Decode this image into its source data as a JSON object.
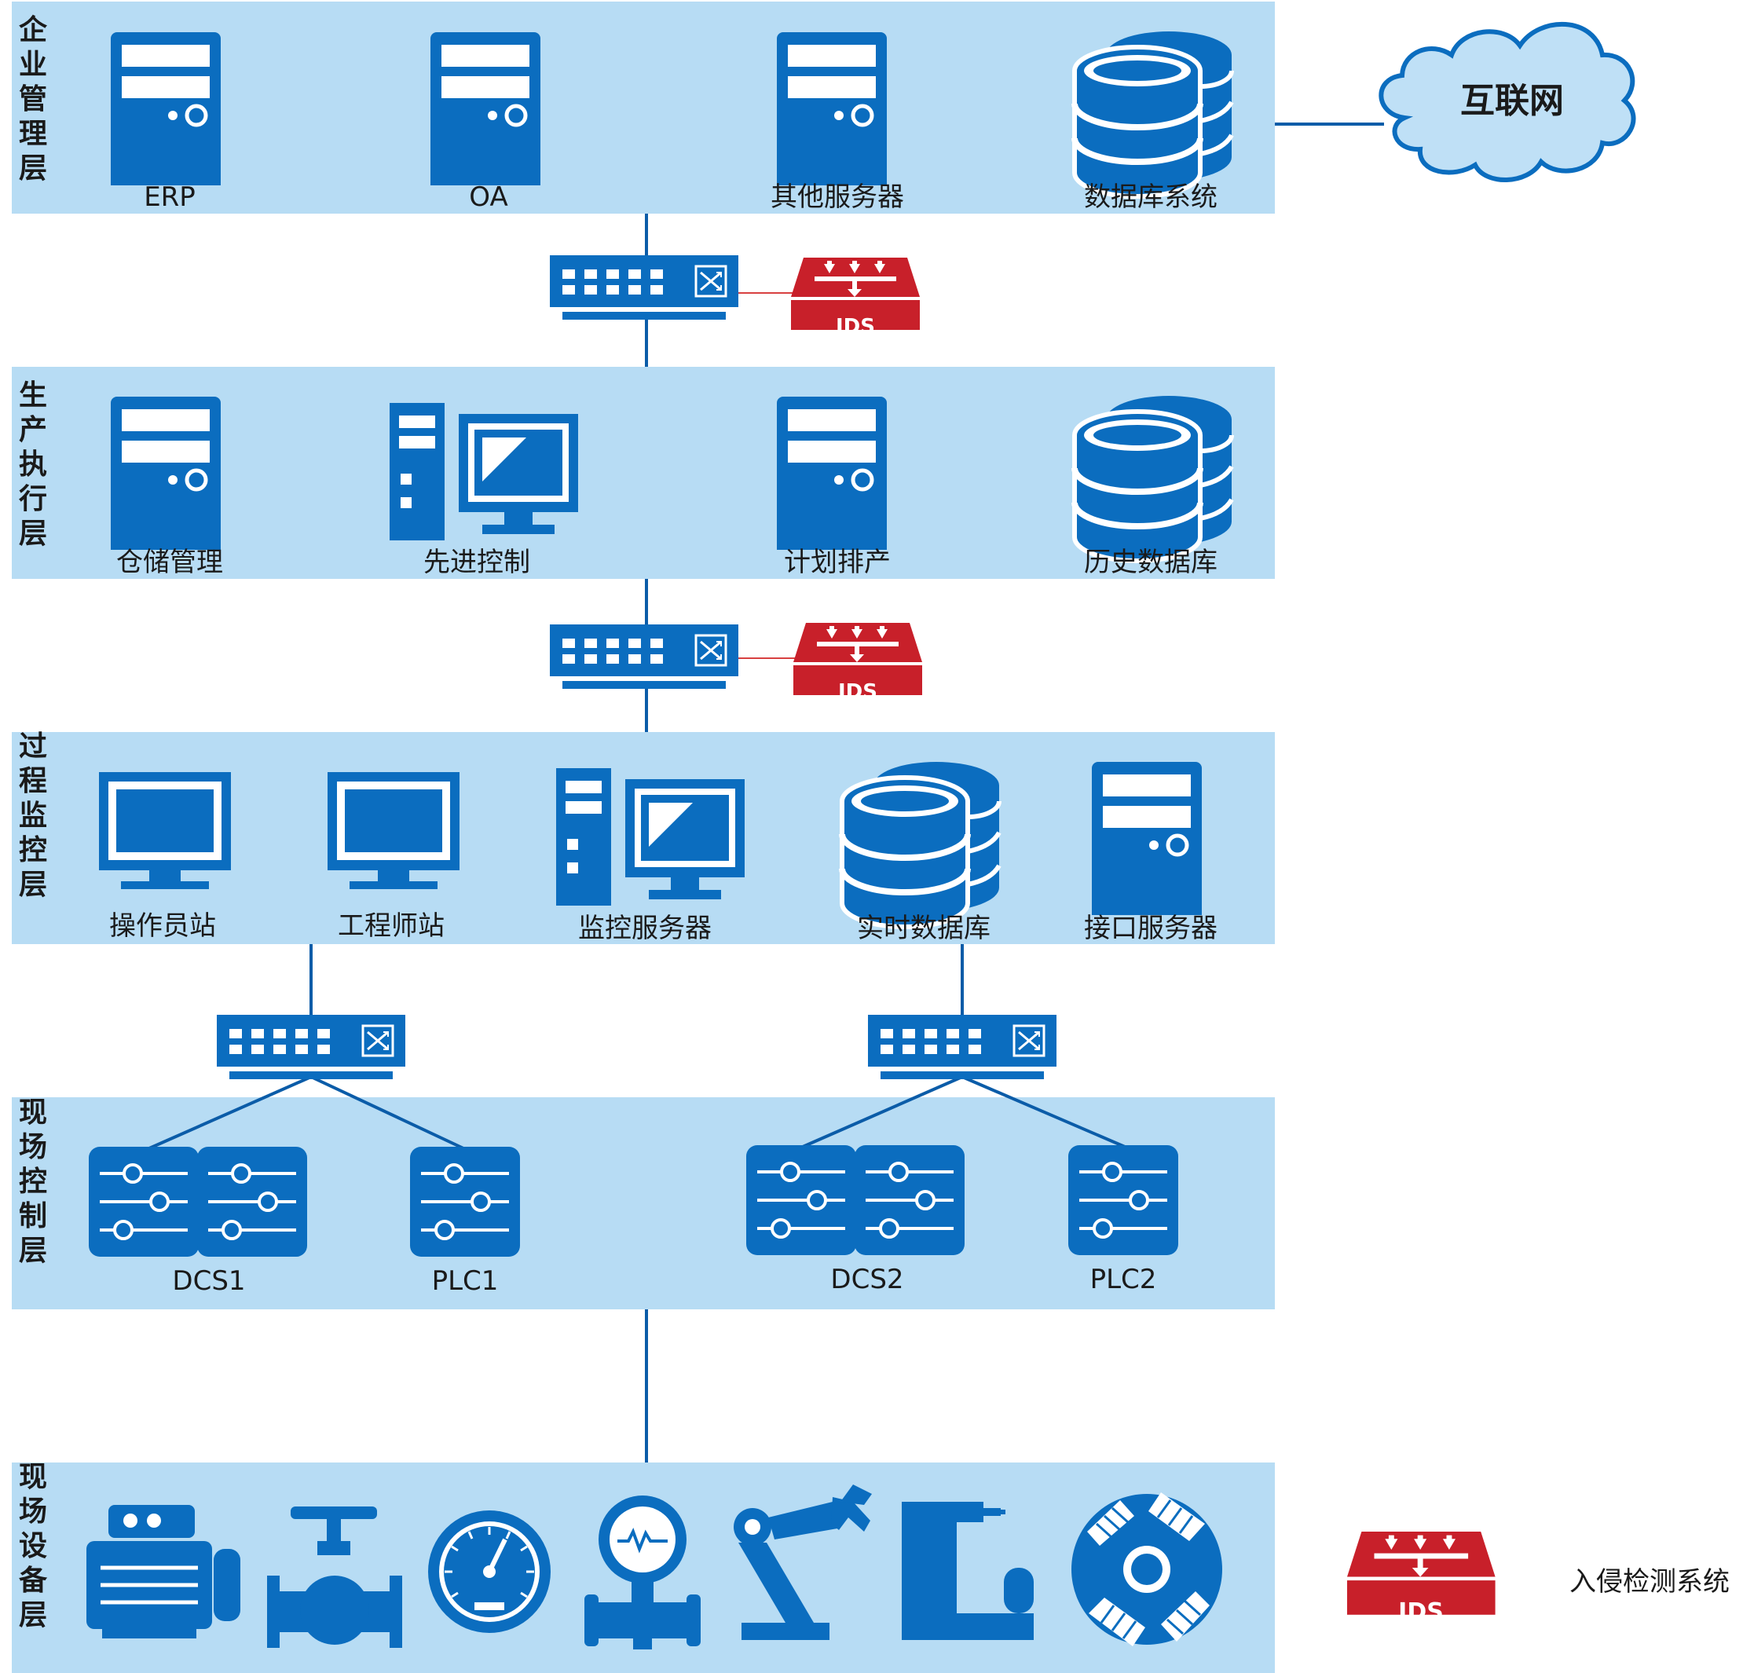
{
  "colors": {
    "band": "#b7dcf4",
    "icon": "#0b6dbf",
    "ids_red": "#c8202a",
    "line": "#0b5ca8",
    "red_line": "#d84040",
    "cloud": "#bfe0f6",
    "cloud_edge": "#0b6dbf"
  },
  "layers": {
    "enterprise": "企业管理层",
    "production": "生产执行层",
    "process": "过程监控层",
    "field_control": "现场控制层",
    "field_device": "现场设备层"
  },
  "enterprise": {
    "erp": "ERP",
    "oa": "OA",
    "other_servers": "其他服务器",
    "database_system": "数据库系统"
  },
  "internet": "互联网",
  "production": {
    "warehouse": "仓储管理",
    "advanced_control": "先进控制",
    "scheduling": "计划排产",
    "history_db": "历史数据库"
  },
  "process": {
    "operator_station": "操作员站",
    "engineer_station": "工程师站",
    "monitor_server": "监控服务器",
    "realtime_db": "实时数据库",
    "interface_server": "接口服务器"
  },
  "field_control": {
    "dcs1": "DCS1",
    "plc1": "PLC1",
    "dcs2": "DCS2",
    "plc2": "PLC2"
  },
  "ids": {
    "badge": "IDS",
    "legend": "入侵检测系统"
  },
  "icons": {
    "server": "server-icon",
    "database": "database-icon",
    "workstation": "workstation-icon",
    "monitor": "monitor-icon",
    "switch": "network-switch-icon",
    "ids": "ids-icon",
    "controller": "controller-icon",
    "cloud": "cloud-icon",
    "motor": "motor-icon",
    "valve": "valve-icon",
    "gauge": "gauge-icon",
    "pressure_transmitter": "pressure-transmitter-icon",
    "robot_arm": "robot-arm-icon",
    "machine_tool": "machine-tool-icon",
    "fan": "fan-icon"
  }
}
